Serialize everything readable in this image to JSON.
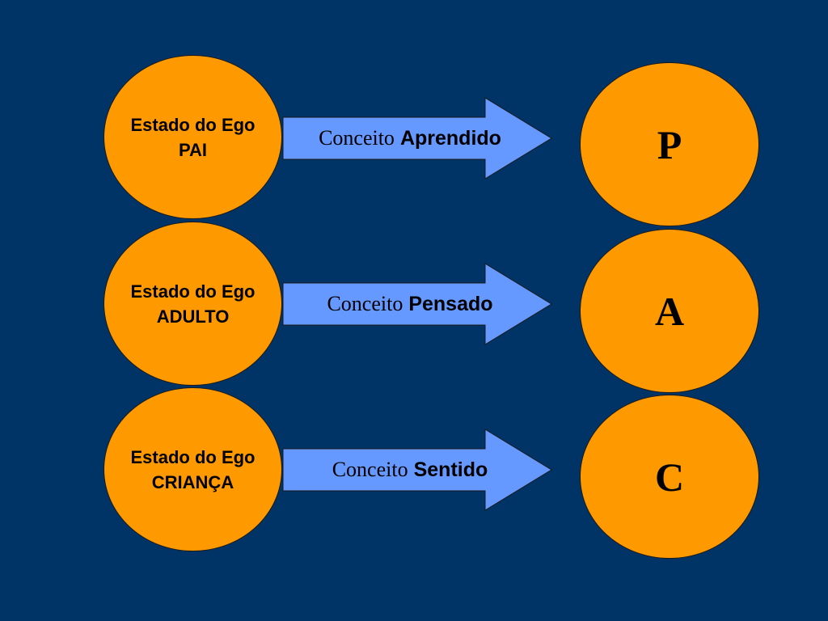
{
  "colors": {
    "background": "#003366",
    "circle_fill": "#ff9900",
    "arrow_fill": "#6699ff",
    "text": "#000000"
  },
  "rows": [
    {
      "ego": {
        "line1": "Estado do Ego",
        "line2": "PAI"
      },
      "arrow": {
        "prefix": "Conceito",
        "keyword": "Aprendido"
      },
      "letter": "P"
    },
    {
      "ego": {
        "line1": "Estado do Ego",
        "line2": "ADULTO"
      },
      "arrow": {
        "prefix": "Conceito",
        "keyword": "Pensado"
      },
      "letter": "A"
    },
    {
      "ego": {
        "line1": "Estado do Ego",
        "line2": "CRIANÇA"
      },
      "arrow": {
        "prefix": "Conceito",
        "keyword": "Sentido"
      },
      "letter": "C"
    }
  ]
}
